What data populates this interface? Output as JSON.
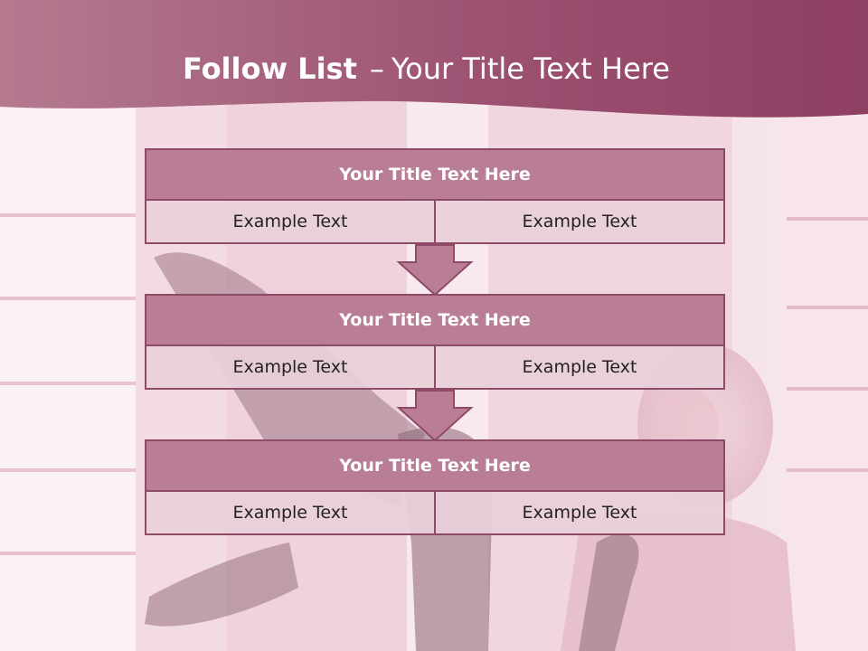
{
  "slide": {
    "title_bold": "Follow List",
    "title_dash": "–",
    "title_rest": "Your Title Text Here"
  },
  "blocks": [
    {
      "title": "Your Title Text Here",
      "left": "Example Text",
      "right": "Example Text"
    },
    {
      "title": "Your Title Text Here",
      "left": "Example Text",
      "right": "Example Text"
    },
    {
      "title": "Your Title Text Here",
      "left": "Example Text",
      "right": "Example Text"
    }
  ],
  "colors": {
    "header": "#9b4d6c",
    "header_light": "#b87a92",
    "block_title_fill": "#b97e96",
    "block_border": "#8f4a67",
    "cell_fill": "#e8d0d9",
    "background": "#f6e6ec"
  },
  "icons": [
    "down-arrow-icon"
  ]
}
